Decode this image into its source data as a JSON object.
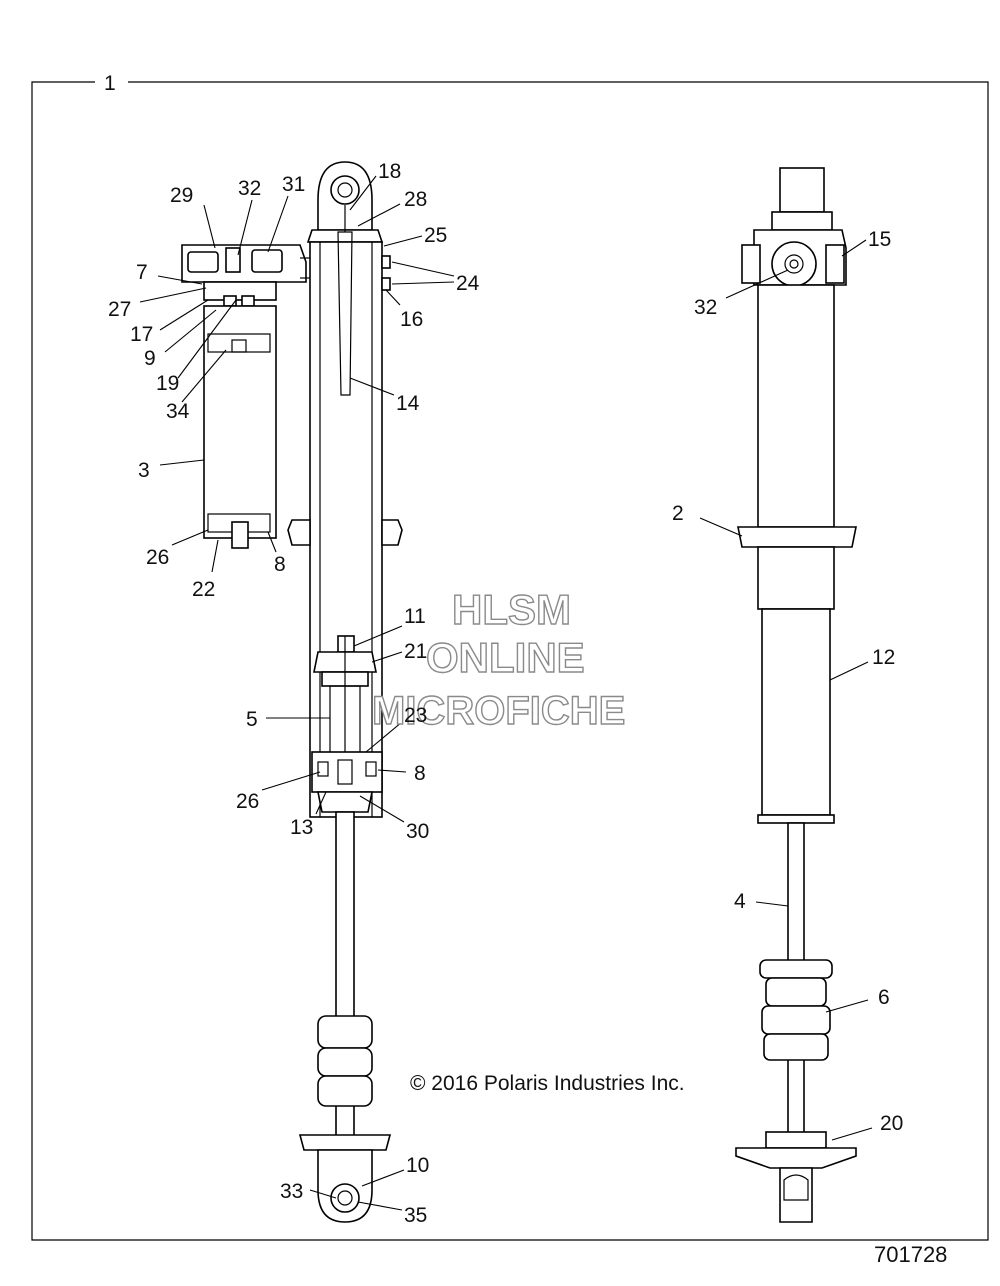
{
  "watermark": {
    "line1": "HLSM",
    "line2": "ONLINE",
    "line3": "MICROFICHE"
  },
  "copyright": "© 2016 Polaris Industries Inc.",
  "figure_number": "701728",
  "callouts": {
    "c1": "1",
    "c2": "2",
    "c3": "3",
    "c4": "4",
    "c5": "5",
    "c6": "6",
    "c7": "7",
    "c8a": "8",
    "c8b": "8",
    "c9": "9",
    "c10": "10",
    "c11": "11",
    "c12": "12",
    "c13": "13",
    "c14": "14",
    "c15": "15",
    "c16": "16",
    "c17": "17",
    "c18": "18",
    "c19": "19",
    "c20": "20",
    "c21": "21",
    "c22": "22",
    "c23": "23",
    "c24": "24",
    "c25": "25",
    "c26a": "26",
    "c26b": "26",
    "c27": "27",
    "c28": "28",
    "c29": "29",
    "c30": "30",
    "c31": "31",
    "c32a": "32",
    "c32b": "32",
    "c33": "33",
    "c34": "34",
    "c35": "35"
  }
}
